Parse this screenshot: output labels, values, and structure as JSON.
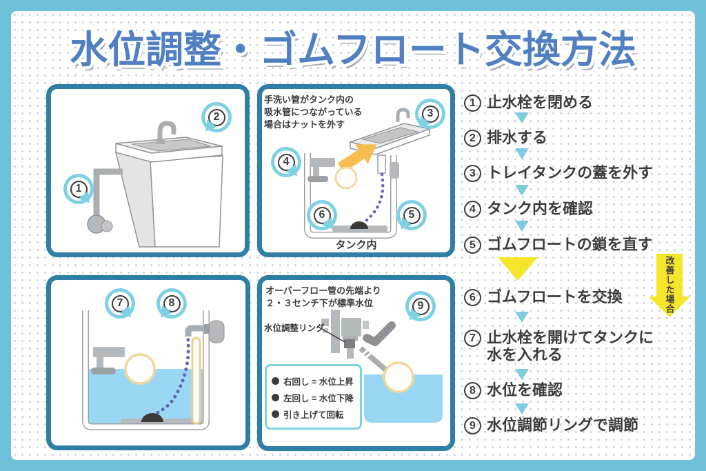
{
  "title": "水位調整・ゴムフロート交換方法",
  "panels": {
    "exterior": {
      "callout1": "1",
      "callout2": "2"
    },
    "interior": {
      "note": "手洗い管がタンク内の\n吸水管につながっている\n場合はナットを外す",
      "caption": "タンク内",
      "callout3": "3",
      "callout4": "4",
      "callout5": "5",
      "callout6": "6"
    },
    "filled": {
      "callout7": "7",
      "callout8": "8"
    },
    "adjust": {
      "note": "オーバーフロー管の先端より\n２・３センチ下が標準水位",
      "ring_label": "水位調整リング",
      "callout9": "9",
      "legend": {
        "item1": "右回し = 水位上昇",
        "item2": "左回し = 水位下降",
        "item3": "引き上げて回転"
      }
    }
  },
  "steps": [
    {
      "num": "1",
      "text": "止水栓を閉める"
    },
    {
      "num": "2",
      "text": "排水する"
    },
    {
      "num": "3",
      "text": "トレイタンクの蓋を外す"
    },
    {
      "num": "4",
      "text": "タンク内を確認"
    },
    {
      "num": "5",
      "text": "ゴムフロートの鎖を直す"
    },
    {
      "num": "6",
      "text": "ゴムフロートを交換"
    },
    {
      "num": "7",
      "text": "止水栓を開けてタンクに\n水を入れる"
    },
    {
      "num": "8",
      "text": "水位を確認"
    },
    {
      "num": "9",
      "text": "水位調節リングで調節"
    }
  ],
  "branch_label": "改善した場合",
  "colors": {
    "frame_border": "#6FC1DA",
    "panel_border": "#2E7EA6",
    "title_blue": "#5080C2",
    "balloon_teal": "#7ED1E3",
    "text_dark": "#3C3C3C",
    "step_arrow_blue": "#7FCBE0",
    "highlight_yellow": "#F6E62B",
    "lift_arrow_orange": "#F6BE4F",
    "water_blue": "#9AD7F4",
    "chain_purple": "#5B67AE",
    "overflow_pipe_tan": "#F0CE8A"
  }
}
